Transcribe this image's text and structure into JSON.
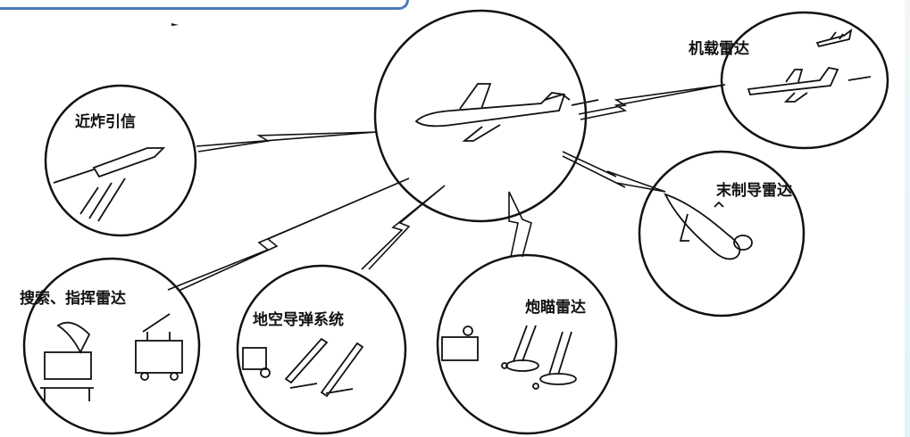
{
  "diagram": {
    "nodes": [
      {
        "id": "center",
        "label": ""
      },
      {
        "id": "airborne-radar",
        "label": "机载雷达"
      },
      {
        "id": "proximity-fuze",
        "label": "近炸引信"
      },
      {
        "id": "terminal-guidance-radar",
        "label": "末制导雷达"
      },
      {
        "id": "search-command-radar",
        "label": "搜索、指挥雷达"
      },
      {
        "id": "sam-system",
        "label": "地空导弹系统"
      },
      {
        "id": "fire-control-radar",
        "label": "炮瞄雷达"
      }
    ]
  }
}
